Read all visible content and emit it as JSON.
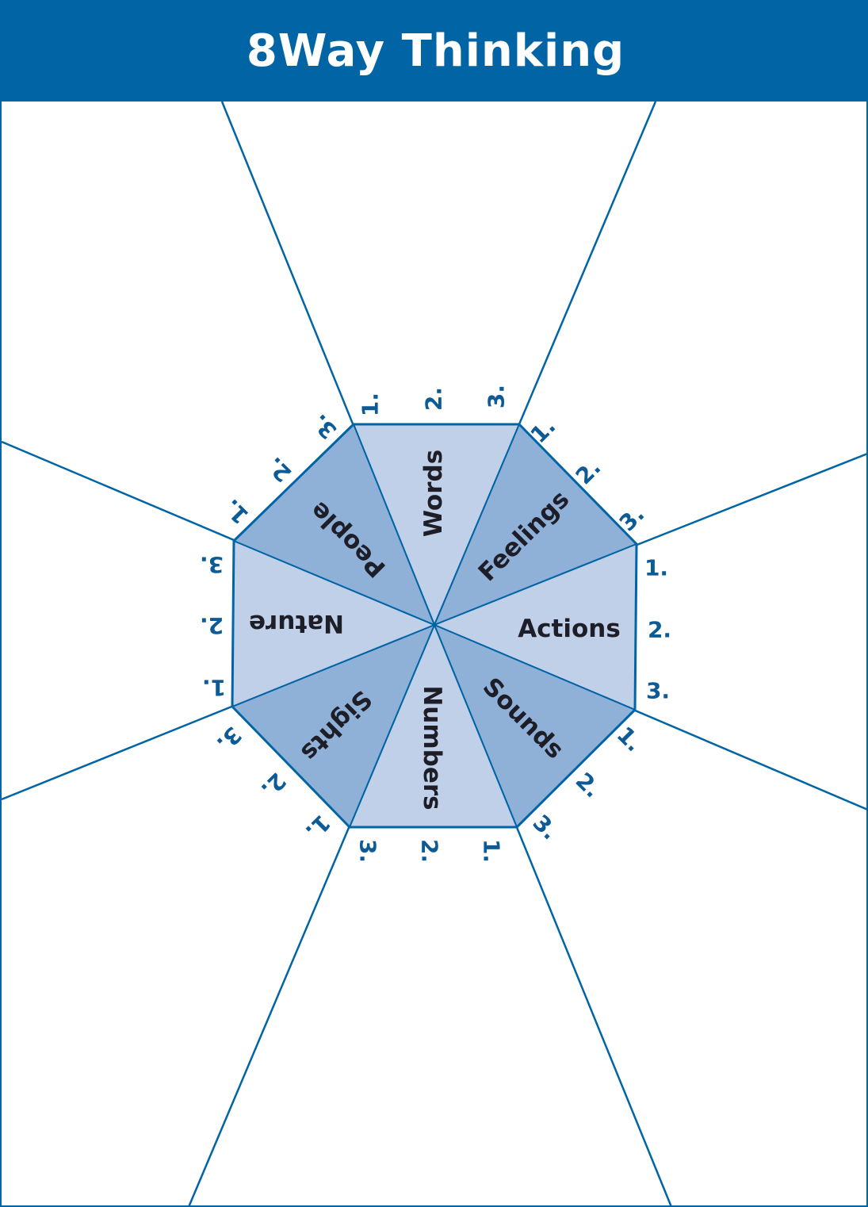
{
  "header": {
    "title": "8Way Thinking"
  },
  "colors": {
    "header_bg": "#0064a5",
    "line": "#0064a5",
    "light_fill": "#c0d0e8",
    "dark_fill": "#8fb0d7",
    "numbers": "#0c5a96",
    "segment_text": "#1e1e28"
  },
  "segments": [
    {
      "id": "words",
      "label": "Words",
      "numbers": [
        "1.",
        "2.",
        "3."
      ],
      "fill": "light"
    },
    {
      "id": "feelings",
      "label": "Feelings",
      "numbers": [
        "1.",
        "2.",
        "3."
      ],
      "fill": "dark"
    },
    {
      "id": "actions",
      "label": "Actions",
      "numbers": [
        "1.",
        "2.",
        "3."
      ],
      "fill": "light"
    },
    {
      "id": "sounds",
      "label": "Sounds",
      "numbers": [
        "1.",
        "2.",
        "3."
      ],
      "fill": "dark"
    },
    {
      "id": "numbers",
      "label": "Numbers",
      "numbers": [
        "1.",
        "2.",
        "3."
      ],
      "fill": "light"
    },
    {
      "id": "sights",
      "label": "Sights",
      "numbers": [
        "1.",
        "2.",
        "3."
      ],
      "fill": "dark"
    },
    {
      "id": "nature",
      "label": "Nature",
      "numbers": [
        "1.",
        "2.",
        "3."
      ],
      "fill": "light"
    },
    {
      "id": "people",
      "label": "People",
      "numbers": [
        "1.",
        "2.",
        "3."
      ],
      "fill": "dark"
    }
  ]
}
